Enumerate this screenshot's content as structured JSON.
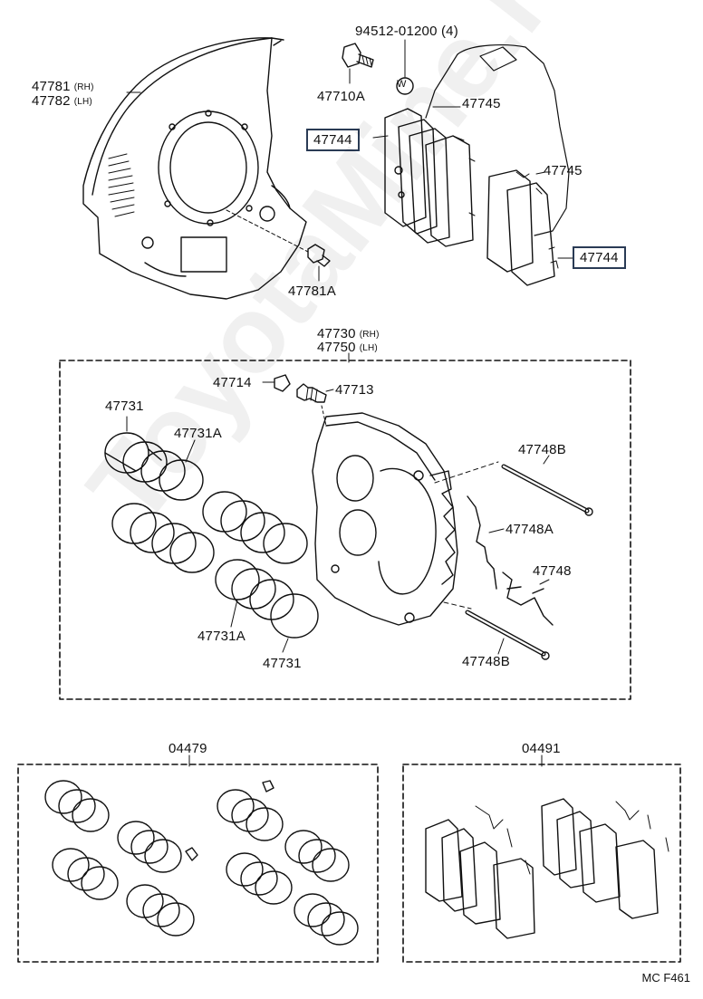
{
  "watermark": "ToyotaMine.ru",
  "labels": {
    "bolt_group": "94512-01200 (4)",
    "backing_plate_rh": "47781",
    "backing_plate_lh": "47782",
    "rh_suffix": "(RH)",
    "lh_suffix": "(LH)",
    "bolt_a": "47710A",
    "bolt_b": "47781A",
    "shim_upper": "47745",
    "shim_right": "47745",
    "pad_left_boxed": "47744",
    "pad_right_boxed": "47744",
    "caliper_rh": "47730",
    "caliper_lh": "47750",
    "cap": "47714",
    "bleeder": "47713",
    "piston_top": "47731",
    "seal_top": "47731A",
    "seal_bottom": "47731A",
    "piston_bottom": "47731",
    "pin_top": "47748B",
    "clip": "47748A",
    "spring": "47748",
    "pin_bottom": "47748B",
    "kit_seal": "04479",
    "kit_pad": "04491",
    "washer_symbol": "W",
    "page_code": "MC  F461"
  }
}
